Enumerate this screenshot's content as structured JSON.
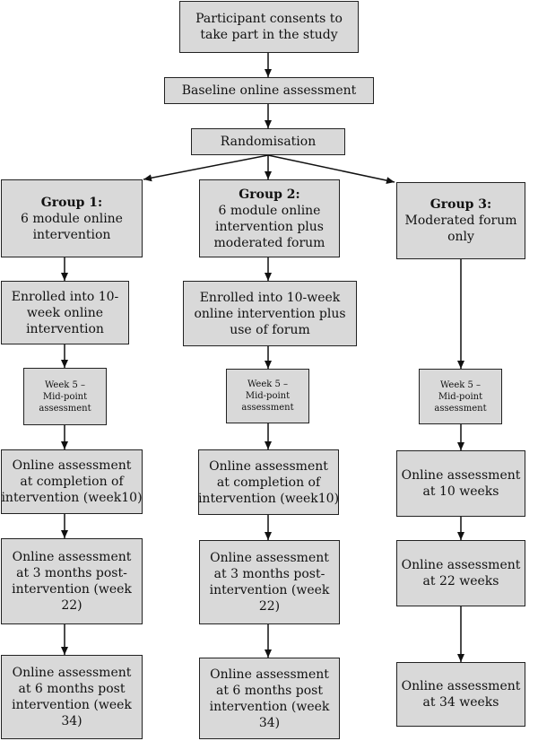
{
  "boxes": {
    "consent": [
      "Participant consents to",
      "take part in the study"
    ],
    "baseline": [
      "Baseline online assessment"
    ],
    "randomisation": [
      "Randomisation"
    ],
    "g1": {
      "title": "Group 1:",
      "body": [
        "6 module online",
        "intervention"
      ],
      "enrolled": [
        "Enrolled into 10-",
        "week online",
        "intervention"
      ],
      "midpoint": [
        "Week 5 –",
        "Mid-point",
        "assessment"
      ],
      "completion": [
        "Online assessment",
        "at completion of",
        "intervention (week10)"
      ],
      "three_month": [
        "Online assessment",
        "at 3 months post-",
        "intervention (week",
        "22)"
      ],
      "six_month": [
        "Online assessment",
        "at 6 months post",
        "intervention (week",
        "34)"
      ]
    },
    "g2": {
      "title": "Group 2:",
      "body": [
        "6 module online",
        "intervention plus",
        "moderated forum"
      ],
      "enrolled": [
        "Enrolled into 10-week",
        "online intervention plus",
        "use of forum"
      ],
      "midpoint": [
        "Week 5 –",
        "Mid-point",
        "assessment"
      ],
      "completion": [
        "Online assessment",
        "at completion of",
        "intervention (week10)"
      ],
      "three_month": [
        "Online assessment",
        "at 3 months post-",
        "intervention (week",
        "22)"
      ],
      "six_month": [
        "Online assessment",
        "at 6 months post",
        "intervention (week",
        "34)"
      ]
    },
    "g3": {
      "title": "Group 3:",
      "body": [
        "Moderated forum",
        "only"
      ],
      "midpoint": [
        "Week 5 –",
        "Mid-point",
        "assessment"
      ],
      "ten_weeks": [
        "Online assessment",
        "at 10 weeks"
      ],
      "twentytwo_weeks": [
        "Online assessment",
        "at 22 weeks"
      ],
      "thirtyfour_weeks": [
        "Online assessment",
        "at 34 weeks"
      ]
    }
  },
  "colors": {
    "box_fill": "#d9d9d9",
    "border": "#222222",
    "arrow": "#111111"
  }
}
